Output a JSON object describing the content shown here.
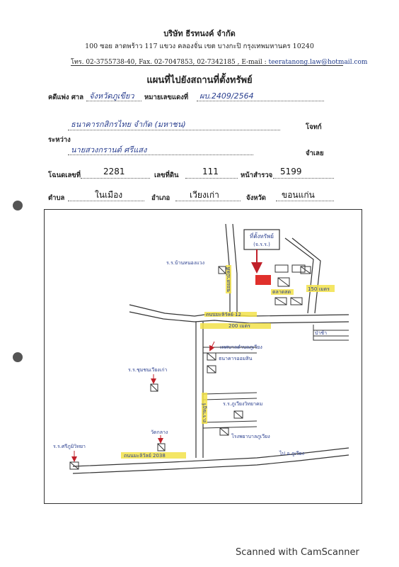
{
  "header": {
    "company": "บริษัท ธีรทนงค์ จำกัด",
    "address": "100 ซอย ลาดพร้าว 117 แขวง คลองจั่น เขต บางกะปิ กรุงเทพมหานคร 10240",
    "phones": "โทร. 02-3755738-40, Fax. 02-7047853, 02-7342185 , E-mail :",
    "email": "teeratanong.law@hotmail.com"
  },
  "title": "แผนที่ไปยังสถานที่ตั้งทรัพย์",
  "form": {
    "court_label": "คดีแพ่ง ศาล",
    "court_value": "จังหวัดภูเขียว",
    "case_no_label": "หมายเลขแดงที่",
    "case_no_value": "ผบ.2409/2564",
    "plaintiff_value": "ธนาคารกสิกรไทย จำกัด (มหาชน)",
    "plaintiff_label": "โจทก์",
    "between_label": "ระหว่าง",
    "defendant_value": "นายสวงกรานต์ ศรีแสง",
    "defendant_label": "จำเลย",
    "deed_label": "โฉนดเลขที่",
    "deed_value": "2281",
    "land_no_label": "เลขที่ดิน",
    "land_no_value": "111",
    "survey_label": "หน้าสำรวจ",
    "survey_value": "5199",
    "subdistrict_label": "ตำบล",
    "subdistrict_value": "ในเมือง",
    "district_label": "อำเภอ",
    "district_value": "เวียงเก่า",
    "province_label": "จังหวัด",
    "province_value": "ขอนแก่น"
  },
  "map": {
    "property_label": "ที่ตั้งทรัพย์",
    "property_sub": "(จ.ร.ร.)",
    "labels": {
      "school_top": "ร.ร.บ้านหนองแวง",
      "school_mid": "ร.ร.ชุมชนเวียงเก่า",
      "school_right": "ร.ร.ภูเวียงวิทยาคม",
      "school_left": "ร.ร.ศรีภูมิวิทยา",
      "temple": "วัดกลาง",
      "hospital": "โรงพยาบาลภูเวียง",
      "bank": "ธนาคารออมสิน",
      "municipality": "เทศบาลตำบลภูเวียง",
      "market": "ตลาดสด",
      "forest": "ป่าช้า",
      "road_main": "ถนนมะลิวัลย์ 12",
      "road_bottom": "ถนนมะลิวัลย์ 2038",
      "road_vertical": "ถ.ราษฎร์",
      "road_soi": "ซอยสามัคคี",
      "dist_150": "150 เมตร",
      "dist_200": "200 เมตร",
      "to_town": "ไป อ.ภูเวียง"
    }
  },
  "footer": {
    "scanned": "Scanned with CamScanner"
  }
}
